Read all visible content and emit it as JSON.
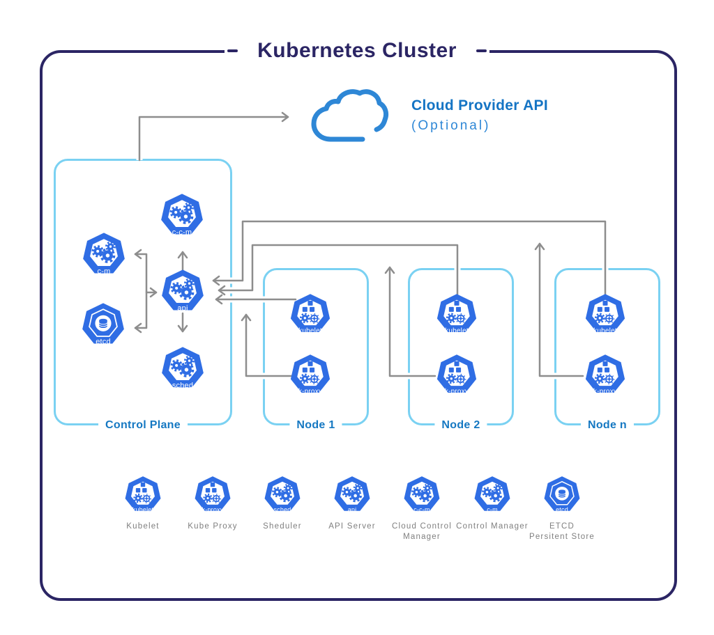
{
  "title": {
    "text": "Kubernetes Cluster"
  },
  "cloud": {
    "title": "Cloud Provider API",
    "subtitle": "(Optional)"
  },
  "control_plane": {
    "label": "Control Plane",
    "components": {
      "ccm": "c-c-m",
      "cm": "c-m",
      "api": "api",
      "etcd": "etcd",
      "sched": "sched"
    }
  },
  "nodes": [
    {
      "label": "Node 1",
      "kubelet": "kubelet",
      "kproxy": "k-proxy"
    },
    {
      "label": "Node 2",
      "kubelet": "kubelet",
      "kproxy": "k-proxy"
    },
    {
      "label": "Node n",
      "kubelet": "kubelet",
      "kproxy": "k-proxy"
    }
  ],
  "legend": [
    {
      "badge": "kubelet",
      "caption": "Kubelet"
    },
    {
      "badge": "k-proxy",
      "caption": "Kube Proxy"
    },
    {
      "badge": "sched",
      "caption": "Sheduler"
    },
    {
      "badge": "api",
      "caption": "API Server"
    },
    {
      "badge": "c-c-m",
      "caption": "Cloud Control\nManager"
    },
    {
      "badge": "c-m",
      "caption": "Control Manager"
    },
    {
      "badge": "etcd",
      "caption": "ETCD\nPersitent Store"
    }
  ],
  "colors": {
    "k8s_blue": "#2f6de4",
    "sky_border": "#7ad1f2",
    "navy": "#2b2564",
    "arrow_gray": "#8d8d8d",
    "label_blue": "#1578c2",
    "cloud_blue": "#2e87d6",
    "caption_gray": "#7f7f7f"
  }
}
